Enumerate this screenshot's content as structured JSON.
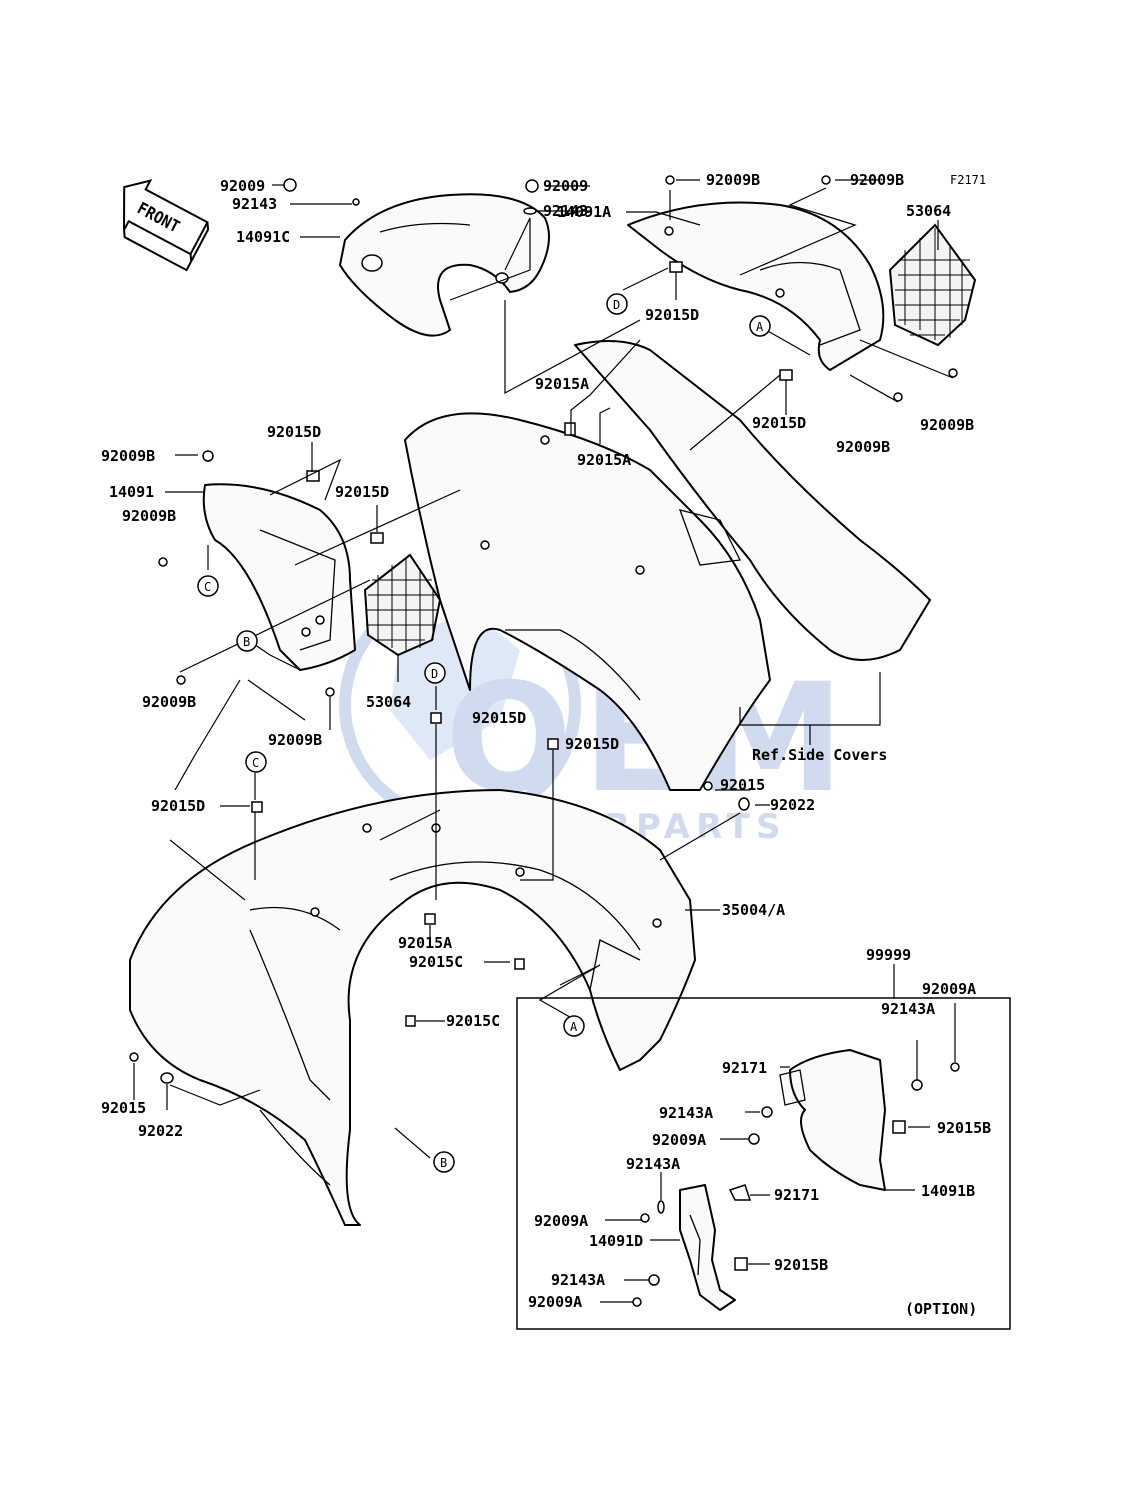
{
  "ref_code": "F2171",
  "direction_label": "FRONT",
  "watermark": {
    "line1": "OEM",
    "line2": "MOTORPARTS",
    "color": "#5b7fc9"
  },
  "reference_note": "Ref.Side Covers",
  "option_group": {
    "id": "99999",
    "note": "(OPTION)"
  },
  "part_labels": {
    "p92009_l": "92009",
    "p92143_l": "92143",
    "p14091C": "14091C",
    "p92009_r": "92009",
    "p92143_r": "92143",
    "p92009B_t1": "92009B",
    "p92009B_t2": "92009B",
    "p14091A": "14091A",
    "p53064_r": "53064",
    "p92015D_d": "92015D",
    "p92015A_1": "92015A",
    "p92015A_2": "92015A",
    "p92015D_r": "92015D",
    "p92009B_r1": "92009B",
    "p92009B_r2": "92009B",
    "p92015D_l1": "92015D",
    "p92009B_l1": "92009B",
    "p14091": "14091",
    "p92009B_l2": "92009B",
    "p92015D_l2": "92015D",
    "p92009B_l3": "92009B",
    "p53064_l": "53064",
    "p92009B_l4": "92009B",
    "p92015D_m1": "92015D",
    "p92015D_m2": "92015D",
    "p92015_m": "92015",
    "p92022_m": "92022",
    "p92015D_c": "92015D",
    "p35004A": "35004/A",
    "p92015A_3": "92015A",
    "p92015C_1": "92015C",
    "p92015C_2": "92015C",
    "p92015_b": "92015",
    "p92022_b": "92022",
    "p92009A_1": "92009A",
    "p92143A_1": "92143A",
    "p92171_1": "92171",
    "p92143A_2": "92143A",
    "p92015B_1": "92015B",
    "p92009A_2": "92009A",
    "p14091B": "14091B",
    "p92143A_3": "92143A",
    "p92171_2": "92171",
    "p92009A_3": "92009A",
    "p14091D": "14091D",
    "p92015B_2": "92015B",
    "p92143A_4": "92143A",
    "p92009A_4": "92009A"
  },
  "callouts": {
    "A": "A",
    "B": "B",
    "C": "C",
    "D": "D"
  }
}
